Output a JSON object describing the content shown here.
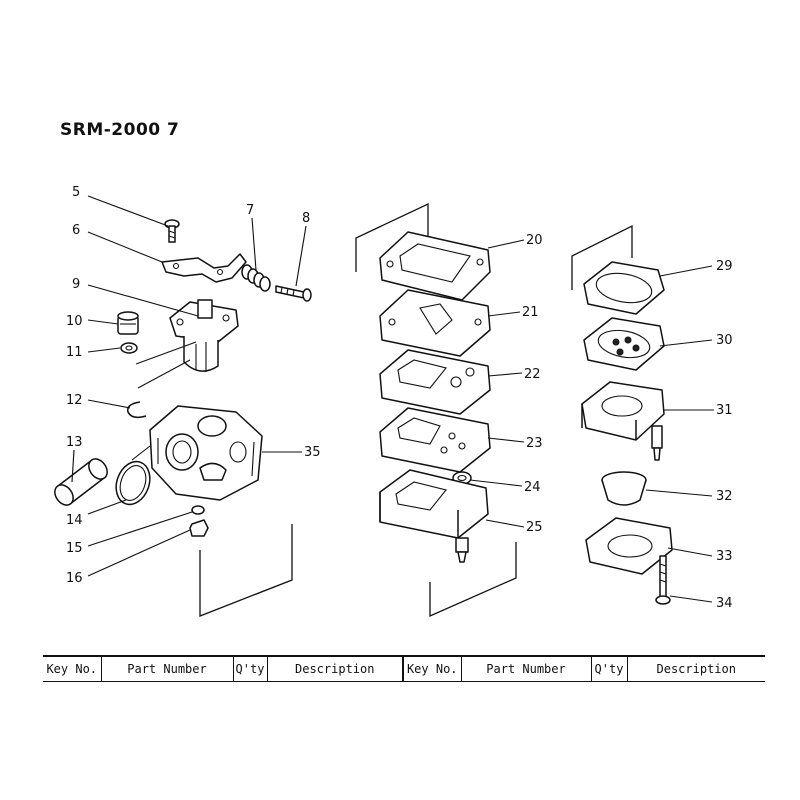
{
  "title": "SRM-2000 7",
  "callouts": [
    "5",
    "6",
    "7",
    "8",
    "9",
    "10",
    "11",
    "12",
    "13",
    "14",
    "15",
    "16",
    "35",
    "20",
    "21",
    "22",
    "23",
    "24",
    "25",
    "29",
    "30",
    "31",
    "32",
    "33",
    "34"
  ],
  "table": {
    "headers": [
      "Key No.",
      "Part Number",
      "Q'ty",
      "Description",
      "Key No.",
      "Part Number",
      "Q'ty",
      "Description"
    ]
  }
}
